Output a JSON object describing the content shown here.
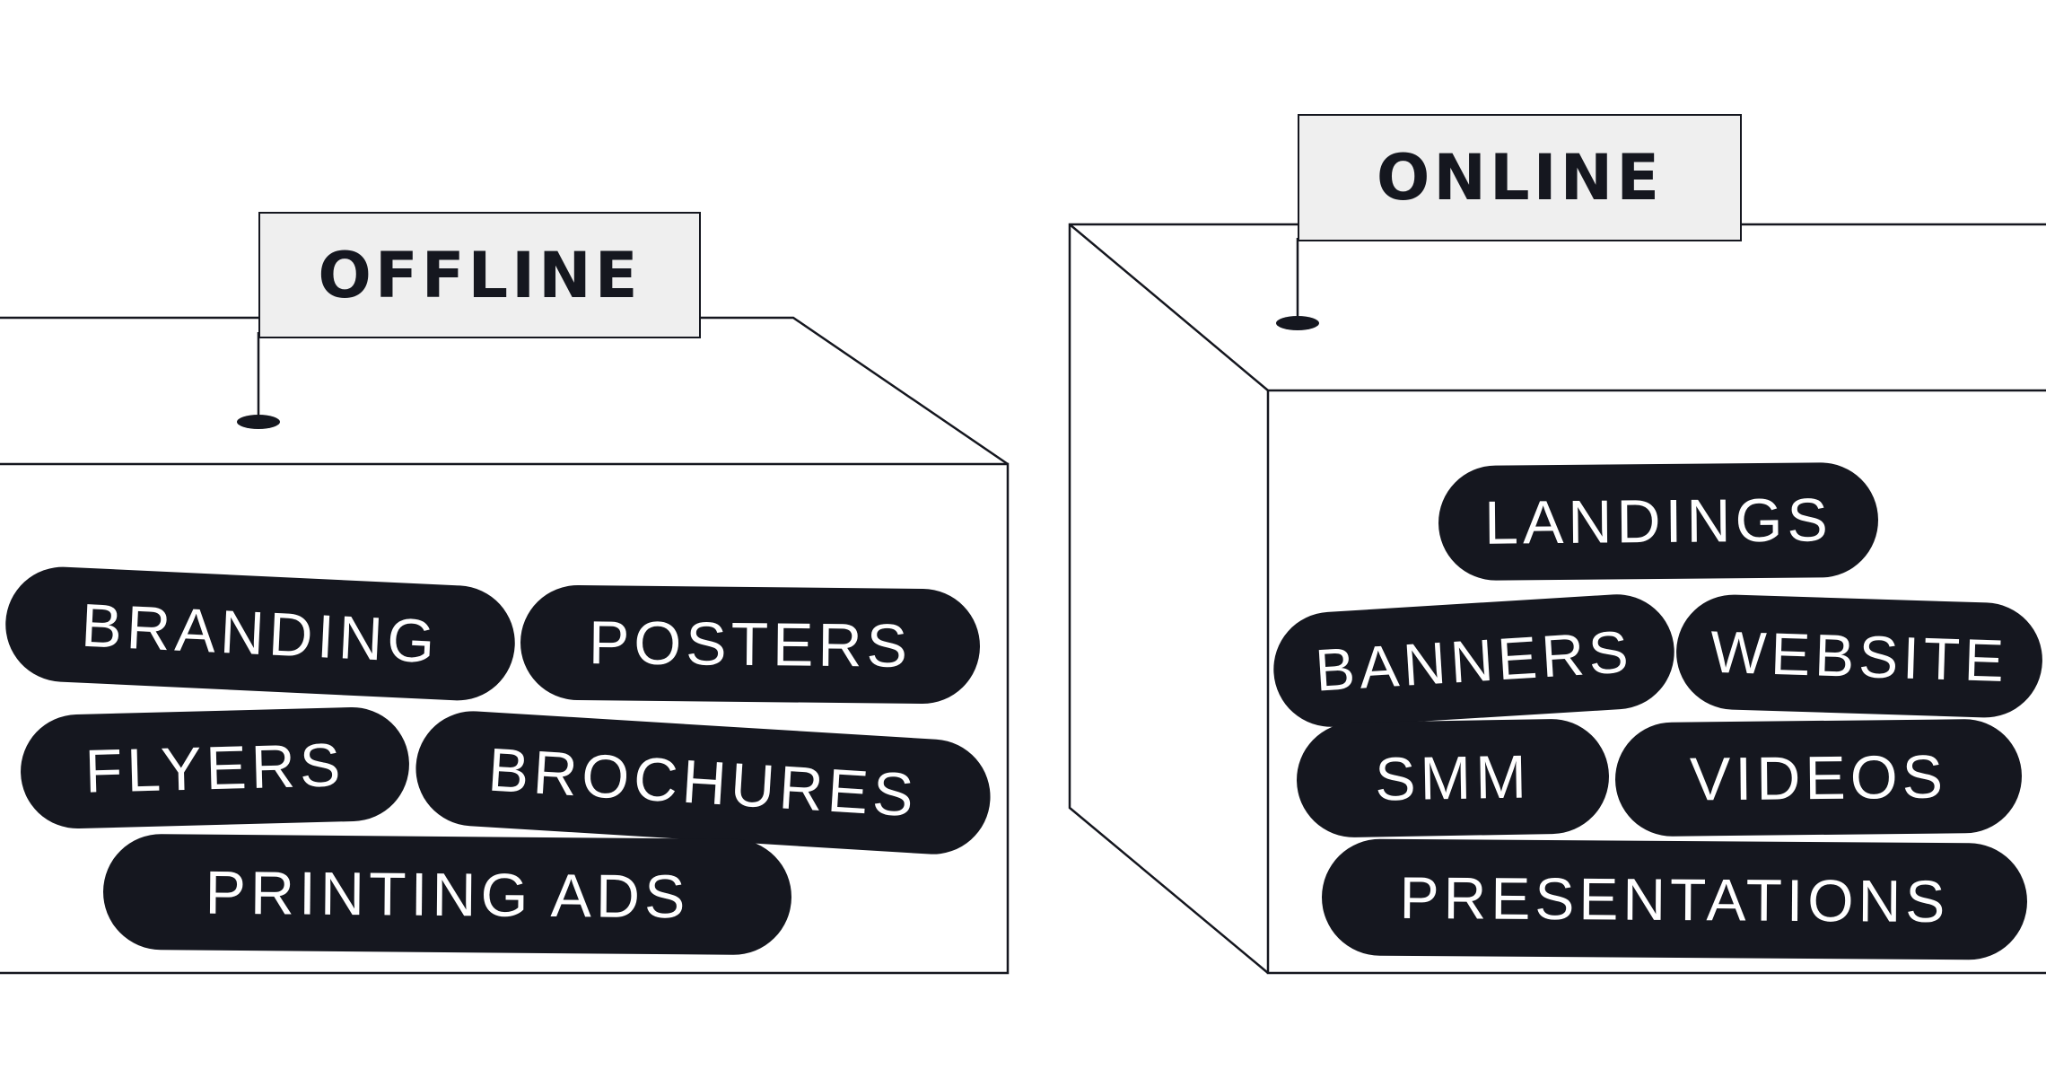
{
  "colors": {
    "ink": "#15171f",
    "flag_fill": "#efefef",
    "background": "#ffffff",
    "pill_text": "#ffffff"
  },
  "offline": {
    "label": "OFFLINE",
    "items": [
      "BRANDING",
      "POSTERS",
      "FLYERS",
      "BROCHURES",
      "PRINTING ADS"
    ]
  },
  "online": {
    "label": "ONLINE",
    "items": [
      "LANDINGS",
      "BANNERS",
      "WEBSITE",
      "SMM",
      "VIDEOS",
      "PRESENTATIONS"
    ]
  }
}
